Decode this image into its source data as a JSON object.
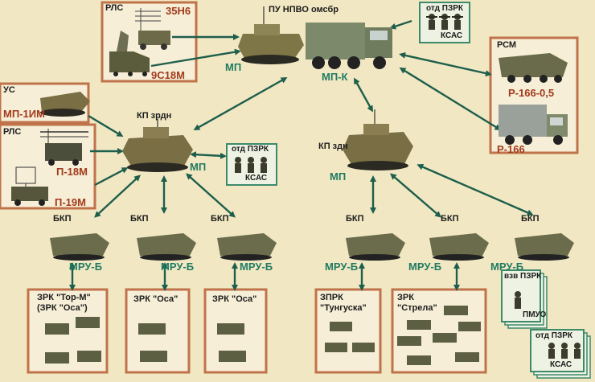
{
  "colors": {
    "background": "#f1e8c3",
    "box_fill": "#f6eed7",
    "box_border": "#c0734a",
    "pzrk_border": "#3d8a6b",
    "red_label": "#a23a1c",
    "green_label": "#1f7a62",
    "arrow": "#1e5e4c"
  },
  "top": {
    "radar_group": {
      "tag": "РЛС",
      "radar1": "35Н6",
      "radar2": "9С18М"
    },
    "command": {
      "title": "ПУ НПВО омсбр",
      "mp": "МП",
      "mpk": "МП-К"
    },
    "pzrk_top": {
      "title": "отд ПЗРК",
      "code": "КСАС"
    },
    "rsm": {
      "tag": "РСМ",
      "r1": "Р-166-0,5",
      "r2": "Р-166"
    }
  },
  "left": {
    "us": {
      "tag": "УС",
      "name": "МП-1ИМ"
    },
    "rls": {
      "tag": "РЛС",
      "p18": "П-18М",
      "p19": "П-19М"
    },
    "kp": {
      "title": "КП зрдн",
      "mp": "МП"
    },
    "pzrk": {
      "title": "отд ПЗРК",
      "code": "КСАС"
    },
    "bkp": [
      {
        "label": "БКП",
        "vehicle": "МРУ-Б"
      },
      {
        "label": "БКП",
        "vehicle": "МРУ-Б"
      },
      {
        "label": "БКП",
        "vehicle": "МРУ-Б"
      }
    ],
    "zrk": [
      {
        "line1": "ЗРК \"Тор-М\"",
        "line2": "(ЗРК \"Оса\")"
      },
      {
        "line1": "ЗРК \"Оса\""
      },
      {
        "line1": "ЗРК \"Оса\""
      }
    ]
  },
  "right": {
    "kp": {
      "title": "КП здн",
      "mp": "МП"
    },
    "bkp": [
      {
        "label": "БКП",
        "vehicle": "МРУ-Б"
      },
      {
        "label": "БКП",
        "vehicle": "МРУ-Б"
      },
      {
        "label": "БКП",
        "vehicle": "МРУ-Б"
      }
    ],
    "zprk": {
      "line1": "ЗПРК",
      "line2": "\"Тунгуска\""
    },
    "zrk_strela": {
      "line1": "ЗРК",
      "line2": "\"Стрела\""
    },
    "vzv": {
      "title": "взв ПЗРК",
      "code": "ПМУО"
    },
    "pzrk": {
      "title": "отд ПЗРК",
      "code": "КСАС"
    }
  }
}
